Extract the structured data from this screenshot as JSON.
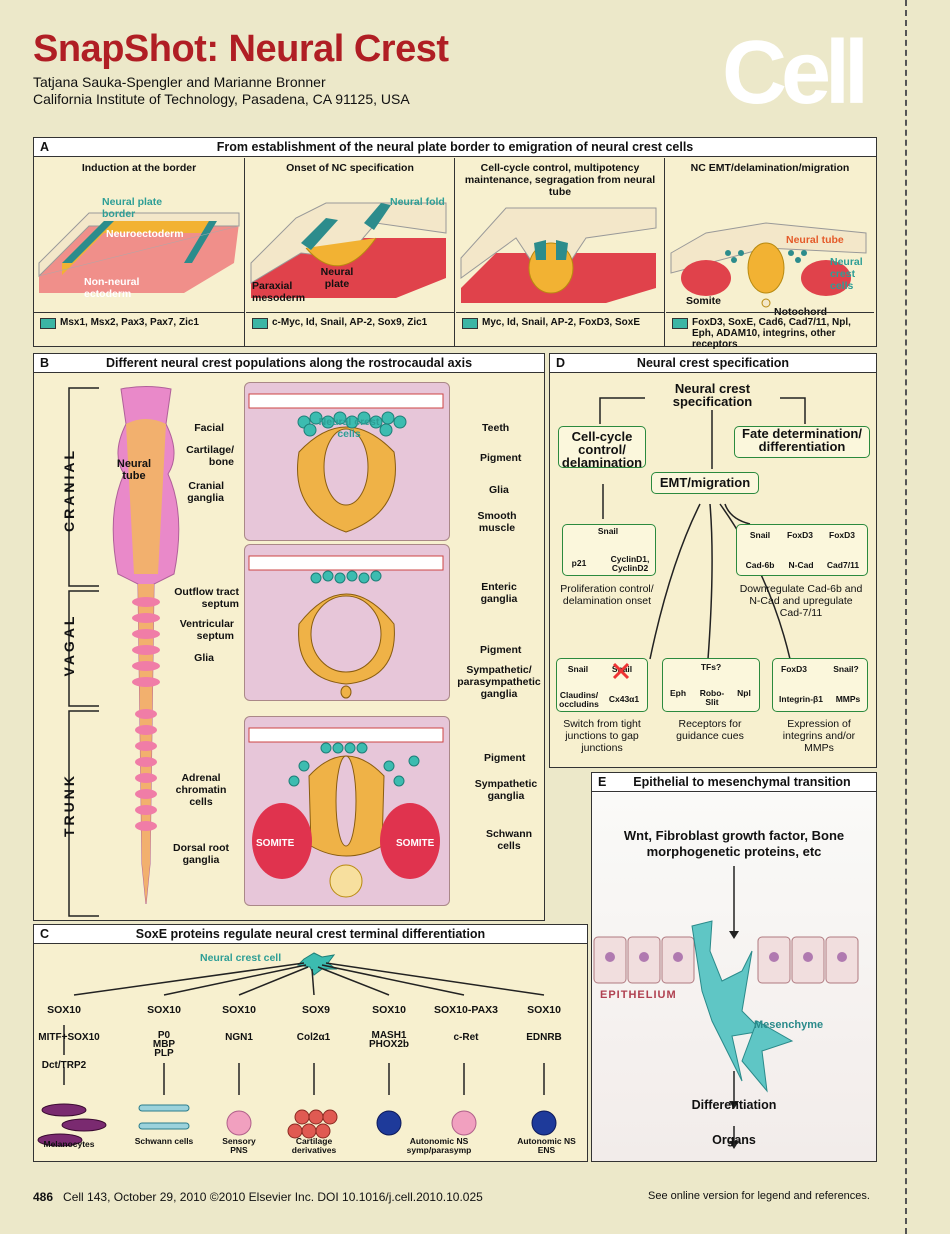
{
  "header": {
    "title": "SnapShot: Neural Crest",
    "authors": "Tatjana Sauka-Spengler and Marianne Bronner",
    "affiliation": "California Institute of Technology, Pasadena, CA 91125, USA",
    "logo": "Cell"
  },
  "panelA": {
    "letter": "A",
    "title": "From establishment of the neural plate border to emigration of neural crest cells",
    "stages": [
      {
        "title": "Induction at the border",
        "labels": [
          "Neural plate border",
          "Neuroectoderm",
          "Non-neural ectoderm"
        ],
        "genes": "Msx1, Msx2, Pax3, Pax7, Zic1"
      },
      {
        "title": "Onset of NC specification",
        "labels": [
          "Neural fold",
          "Neural plate",
          "Paraxial mesoderm"
        ],
        "genes": "c-Myc, Id, Snail, AP-2, Sox9, Zic1"
      },
      {
        "title": "Cell-cycle control, multipotency maintenance, segragation from neural tube",
        "labels": [],
        "genes": "Myc, Id, Snail, AP-2, FoxD3, SoxE"
      },
      {
        "title": "NC EMT/delamination/migration",
        "labels": [
          "Neural tube",
          "Neural crest cells",
          "Somite",
          "Notochord"
        ],
        "genes": "FoxD3, SoxE, Cad6, Cad7/11, Npl, Eph, ADAM10, integrins, other receptors"
      }
    ]
  },
  "panelB": {
    "letter": "B",
    "title": "Different neural crest populations along the rostrocaudal axis",
    "regions": [
      "CRANIAL",
      "VAGAL",
      "TRUNK"
    ],
    "neural_tube": "Neural tube",
    "cranial_left": [
      "Facial",
      "Cartilage/ bone",
      "Cranial ganglia"
    ],
    "cranial_right": [
      "Teeth",
      "Pigment",
      "Glia",
      "Smooth muscle"
    ],
    "cranial_ncc": "Neural crest cells",
    "vagal_left": [
      "Outflow tract septum",
      "Ventricular septum",
      "Glia"
    ],
    "vagal_right": [
      "Enteric ganglia",
      "Pigment",
      "Sympathetic/ parasympathetic ganglia"
    ],
    "trunk_left": [
      "Adrenal chromatin cells",
      "Dorsal root ganglia"
    ],
    "trunk_right": [
      "Pigment",
      "Sympathetic ganglia",
      "Schwann cells"
    ],
    "somite": "SOMITE"
  },
  "panelC": {
    "letter": "C",
    "title": "SoxE proteins regulate neural crest terminal differentiation",
    "source": "Neural crest cell",
    "columns": [
      {
        "tf": "SOX10",
        "mid": "MITF+SOX10",
        "target": "Dct/TRP2",
        "cell": "Melanocytes"
      },
      {
        "tf": "SOX10",
        "mid": "P0 MBP PLP",
        "target": "",
        "cell": "Schwann cells"
      },
      {
        "tf": "SOX10",
        "mid": "NGN1",
        "target": "",
        "cell": "Sensory PNS"
      },
      {
        "tf": "SOX9",
        "mid": "Col2α1",
        "target": "",
        "cell": "Cartilage derivatives"
      },
      {
        "tf": "SOX10",
        "mid": "MASH1 PHOX2b",
        "target": "",
        "cell": "Autonomic NS symp/parasymp"
      },
      {
        "tf": "SOX10-PAX3",
        "mid": "c-Ret",
        "target": "",
        "cell": ""
      },
      {
        "tf": "SOX10",
        "mid": "EDNRB",
        "target": "",
        "cell": "Autonomic NS ENS"
      }
    ]
  },
  "panelD": {
    "letter": "D",
    "title": "Neural crest specification",
    "root": "Neural crest specification",
    "cellcycle": "Cell-cycle control/ delamination",
    "fate": "Fate determination/ differentiation",
    "emt": "EMT/migration",
    "box1": {
      "top": "Snail",
      "left": "p21",
      "right": "CyclinD1, CyclinD2",
      "caption": "Proliferation control/ delamination onset"
    },
    "box2": {
      "items": [
        "Snail",
        "FoxD3",
        "FoxD3",
        "Cad-6b",
        "N-Cad",
        "Cad7/11"
      ],
      "caption": "Downregulate Cad-6b and N-Cad and upregulate Cad-7/11"
    },
    "box3": {
      "items": [
        "Snail",
        "Snail",
        "Claudins/ occludins",
        "Cx43α1"
      ],
      "caption": "Switch from tight junctions to gap junctions"
    },
    "box4": {
      "items": [
        "TFs?",
        "Eph",
        "Robo- Slit",
        "Npl"
      ],
      "caption": "Receptors for guidance cues"
    },
    "box5": {
      "items": [
        "FoxD3",
        "Snail?",
        "Integrin-β1",
        "MMPs"
      ],
      "caption": "Expression of integrins and/or MMPs"
    }
  },
  "panelE": {
    "letter": "E",
    "title": "Epithelial to mesenchymal transition",
    "signals": "Wnt, Fibroblast growth factor, Bone morphogenetic proteins, etc",
    "epithelium": "EPITHELIUM",
    "mesenchyme": "Mesenchyme",
    "differentiation": "Differentiation",
    "organs": "Organs"
  },
  "footer": {
    "page": "486",
    "citation": "Cell 143, October 29, 2010 ©2010 Elsevier Inc.   DOI 10.1016/j.cell.2010.10.025",
    "note": "See online version for legend and references."
  }
}
